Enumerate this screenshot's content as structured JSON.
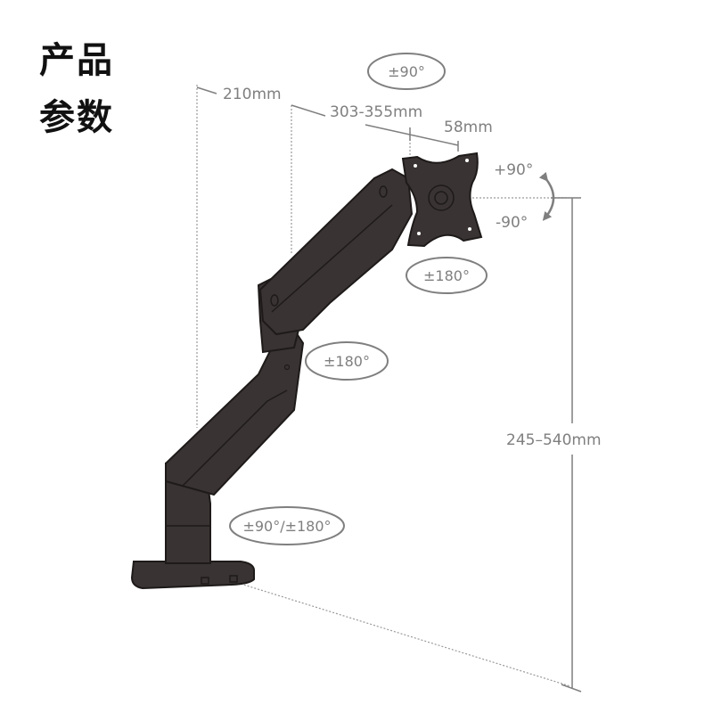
{
  "title": {
    "line1": "产品",
    "line2": "参数"
  },
  "colors": {
    "arm": "#393433",
    "arm_outline": "#1e1a19",
    "annotation": "#7f7f7f",
    "background": "#ffffff",
    "title": "#111111"
  },
  "dimensions": {
    "first_arm_length": "210mm",
    "second_arm_length": "303-355mm",
    "head_offset": "58mm",
    "height_range": "245–540mm"
  },
  "tilt": {
    "up": "+90°",
    "down": "-90°"
  },
  "rotations": {
    "top_swivel": "±90°",
    "head_rotation": "±180°",
    "elbow_rotation": "±180°",
    "base_rotation": "±90°/±180°"
  }
}
